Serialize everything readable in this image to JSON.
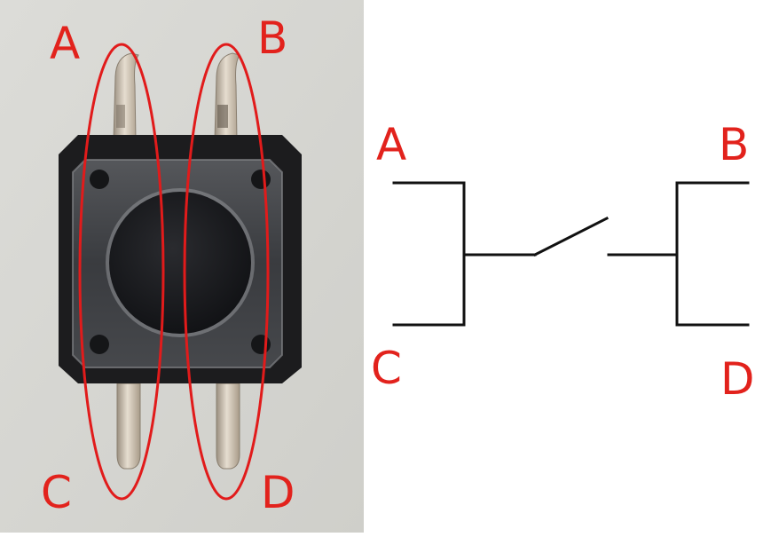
{
  "photo": {
    "pin_labels": {
      "a": "A",
      "b": "B",
      "c": "C",
      "d": "D"
    }
  },
  "schematic": {
    "terminal_labels": {
      "a": "A",
      "b": "B",
      "c": "C",
      "d": "D"
    }
  },
  "colors": {
    "label_red": "#e2221c",
    "ellipse_red": "#e11b1b",
    "wire": "#111111",
    "photo_background": "#d8d8d4",
    "switch_body": "#1c1c1e",
    "plunger": "#1a1b1e",
    "pin_metal": "#cfc6b8"
  }
}
